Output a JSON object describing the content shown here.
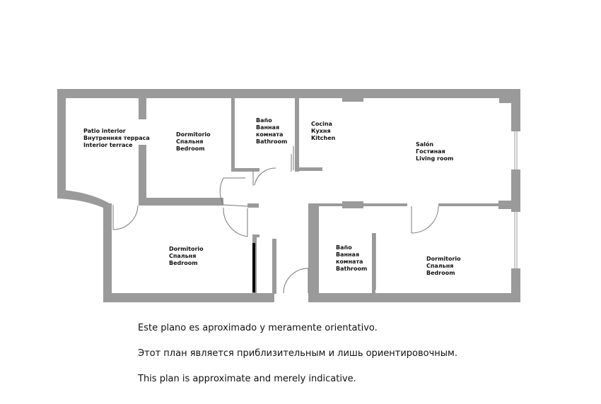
{
  "rooms": {
    "patio": {
      "es": "Patio interior",
      "ru": "Внутренняя терраса",
      "en": "Interior terrace"
    },
    "bedroom_1": {
      "es": "Dormitorio",
      "ru": "Спальня",
      "en": "Bedroom"
    },
    "bathroom_1": {
      "es": "Baño",
      "ru": "Ванная",
      "ru2": "комната",
      "en": "Bathroom"
    },
    "kitchen": {
      "es": "Cocina",
      "ru": "Кухня",
      "en": "Kitchen"
    },
    "living": {
      "es": "Salón",
      "ru": "Гостиная",
      "en": "Living room"
    },
    "bedroom_2": {
      "es": "Dormitorio",
      "ru": "Спальня",
      "en": "Bedroom"
    },
    "bathroom_2": {
      "es": "Baño",
      "ru": "Ванная",
      "ru2": "комната",
      "en": "Bathroom"
    },
    "bedroom_3": {
      "es": "Dormitorio",
      "ru": "Спальня",
      "en": "Bedroom"
    }
  },
  "notes": {
    "es": "Este plano es aproximado y meramente orientativo.",
    "ru": "Этот план является приблизительным и лишь ориентировочным.",
    "en": "This plan is approximate and merely indicative."
  },
  "colors": {
    "wall": "#9a9a9a",
    "line": "#777777",
    "text": "#111111"
  }
}
